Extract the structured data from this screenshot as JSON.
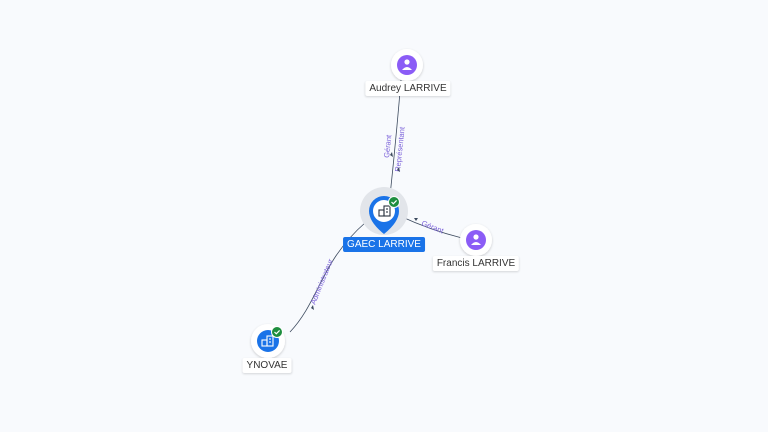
{
  "colors": {
    "background": "#f8fafd",
    "edge": "#3c4a5e",
    "edge_label": "#7b61d9",
    "person_fill": "#8b5cf6",
    "company_fill": "#1a73e8",
    "verified": "#1e8e3e",
    "main_label_bg": "#1a73e8"
  },
  "nodes": {
    "main": {
      "label": "GAEC LARRIVE",
      "type": "company",
      "verified": true,
      "icon": "building-icon"
    },
    "audrey": {
      "label": "Audrey LARRIVE",
      "type": "person",
      "icon": "person-icon"
    },
    "francis": {
      "label": "Francis LARRIVE",
      "type": "person",
      "icon": "person-icon"
    },
    "ynovae": {
      "label": "YNOVAE",
      "type": "company",
      "verified": true,
      "icon": "building-icon"
    }
  },
  "edges": {
    "audrey_main": {
      "label_1": "Gérant",
      "label_2": "Représentant"
    },
    "francis_main": {
      "label": "Gérant"
    },
    "ynovae_main": {
      "label": "Administrateur"
    }
  }
}
